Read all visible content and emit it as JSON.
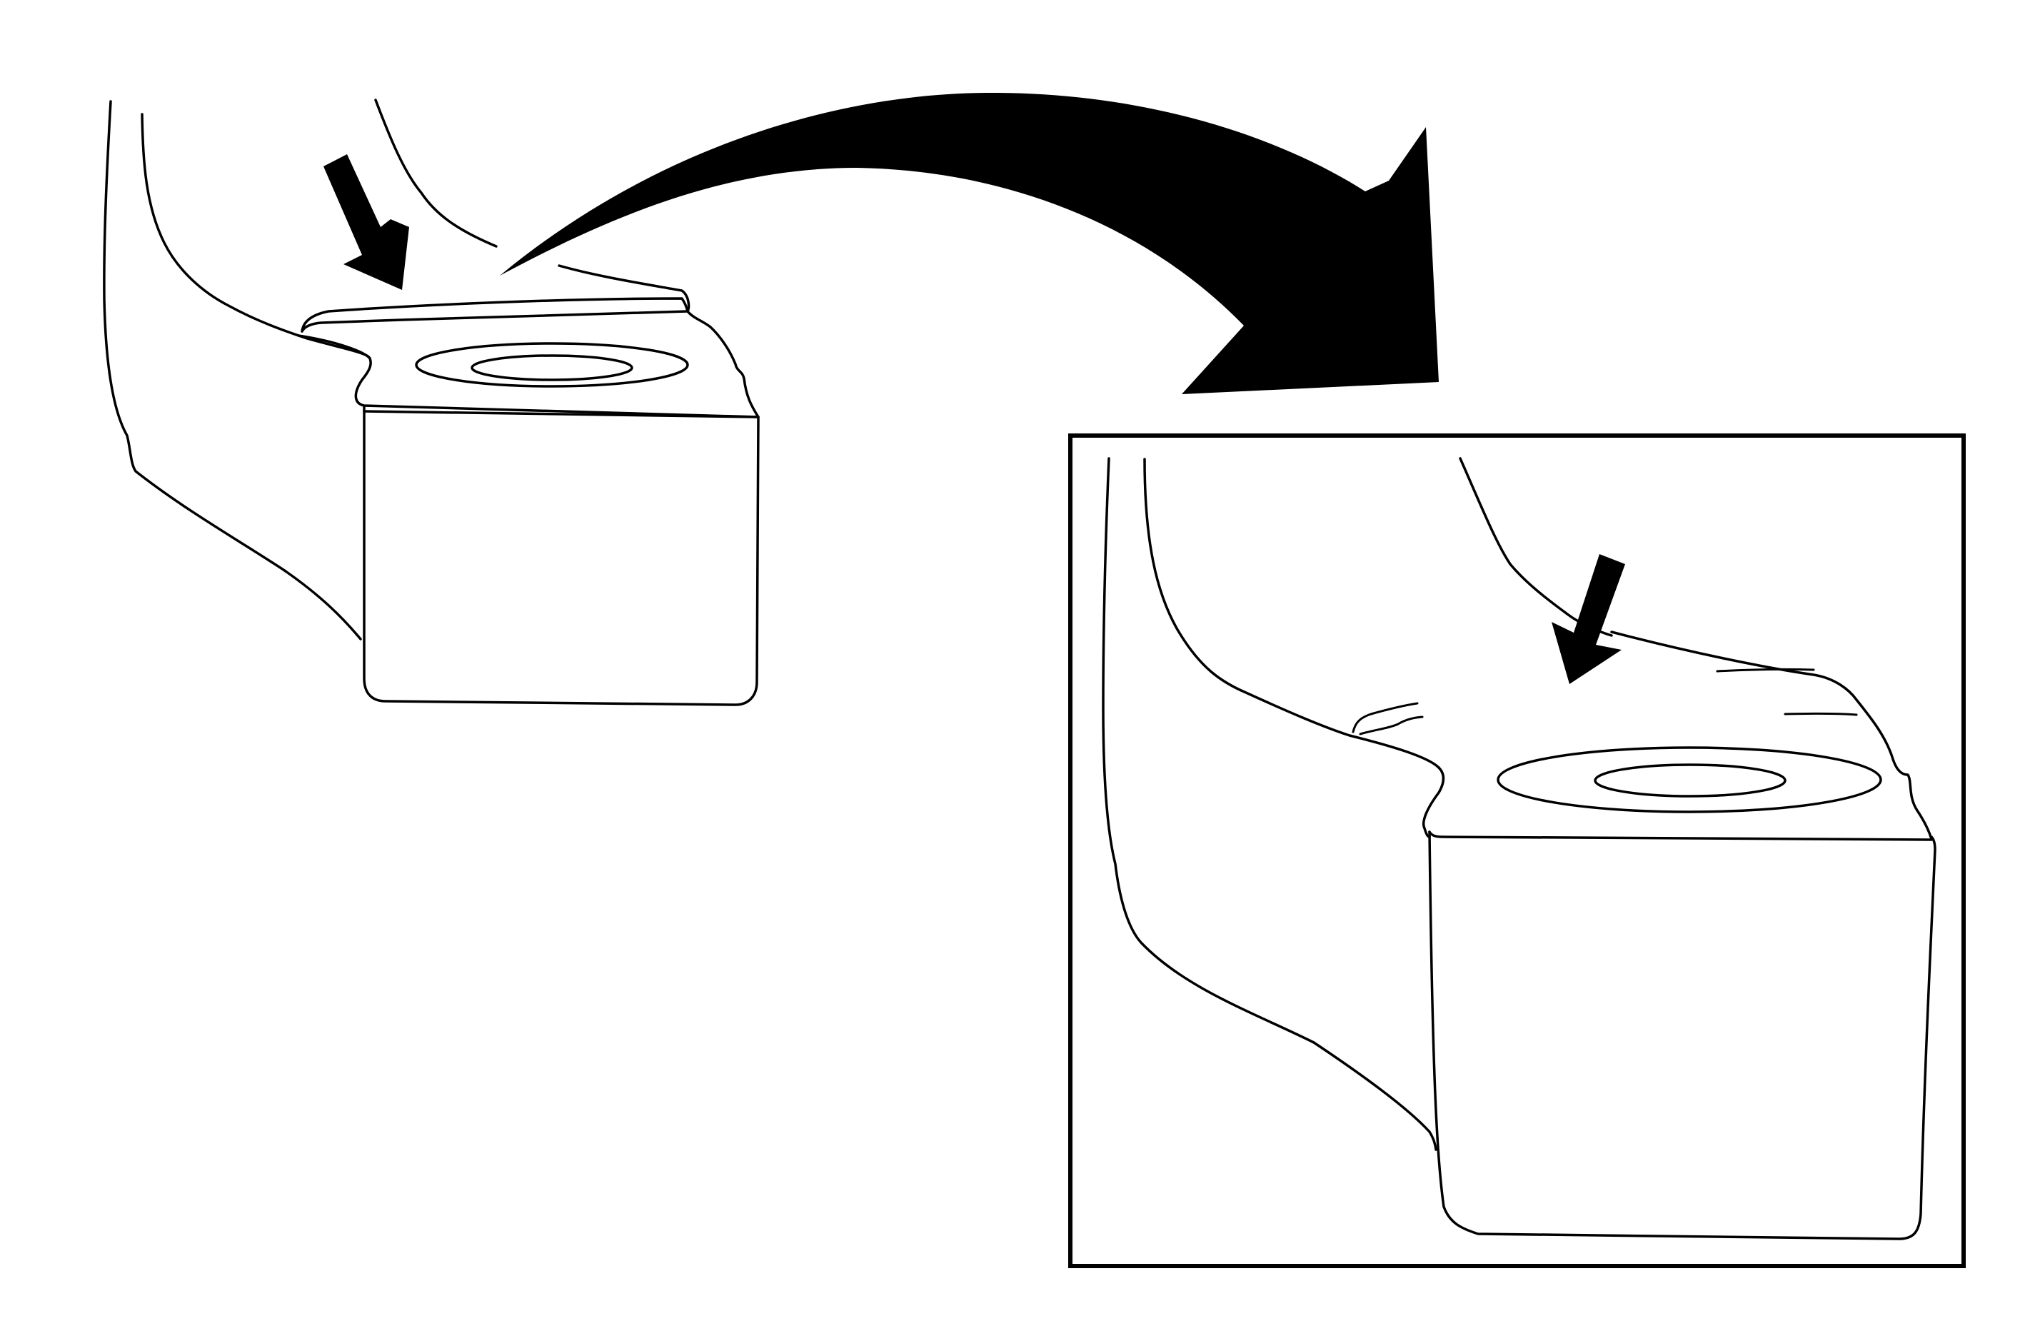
{
  "diagram": {
    "panels": [
      {
        "id": "overview"
      },
      {
        "id": "detail",
        "framed": true
      }
    ],
    "connector": {
      "from": "overview",
      "to": "detail",
      "kind": "curved-arrow"
    },
    "callouts": [
      {
        "panel": "overview",
        "icon": "arrow-down-right-icon"
      },
      {
        "panel": "detail",
        "icon": "arrow-down-left-icon"
      }
    ],
    "colors": {
      "ink": "#000000",
      "background": "#ffffff"
    }
  }
}
